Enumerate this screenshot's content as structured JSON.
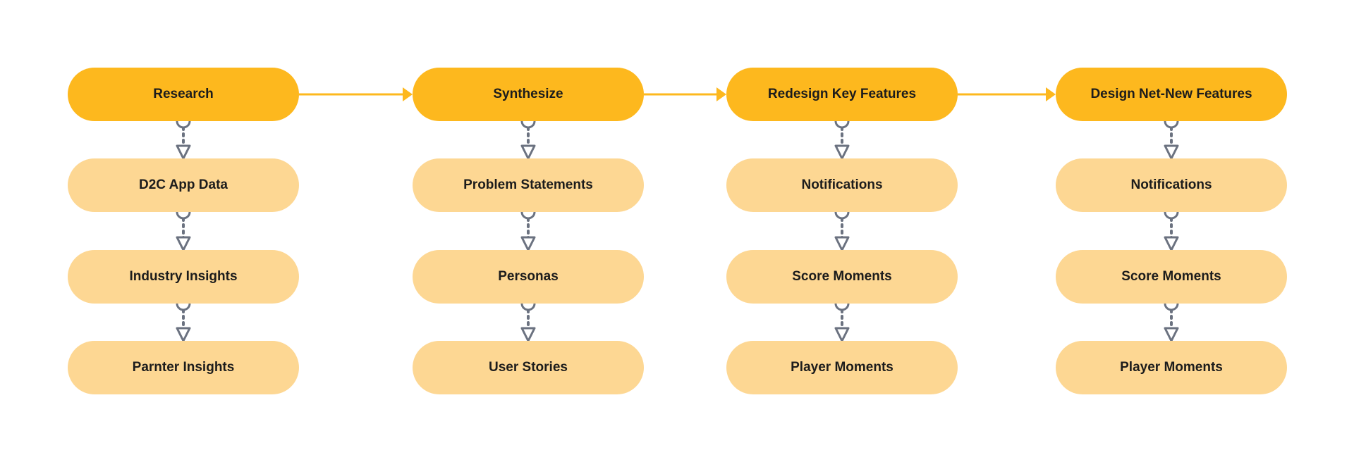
{
  "colors": {
    "header_fill": "#FDB81E",
    "sub_fill": "#FDD793",
    "flow_arrow": "#FDB81E",
    "connector": "#6B7280",
    "text": "#1C1C1C"
  },
  "columns": [
    {
      "header": "Research",
      "items": [
        "D2C App Data",
        "Industry Insights",
        "Parnter Insights"
      ]
    },
    {
      "header": "Synthesize",
      "items": [
        "Problem Statements",
        "Personas",
        "User Stories"
      ]
    },
    {
      "header": "Redesign Key Features",
      "items": [
        "Notifications",
        "Score Moments",
        "Player Moments"
      ]
    },
    {
      "header": "Design Net-New Features",
      "items": [
        "Notifications",
        "Score Moments",
        "Player Moments"
      ]
    }
  ]
}
